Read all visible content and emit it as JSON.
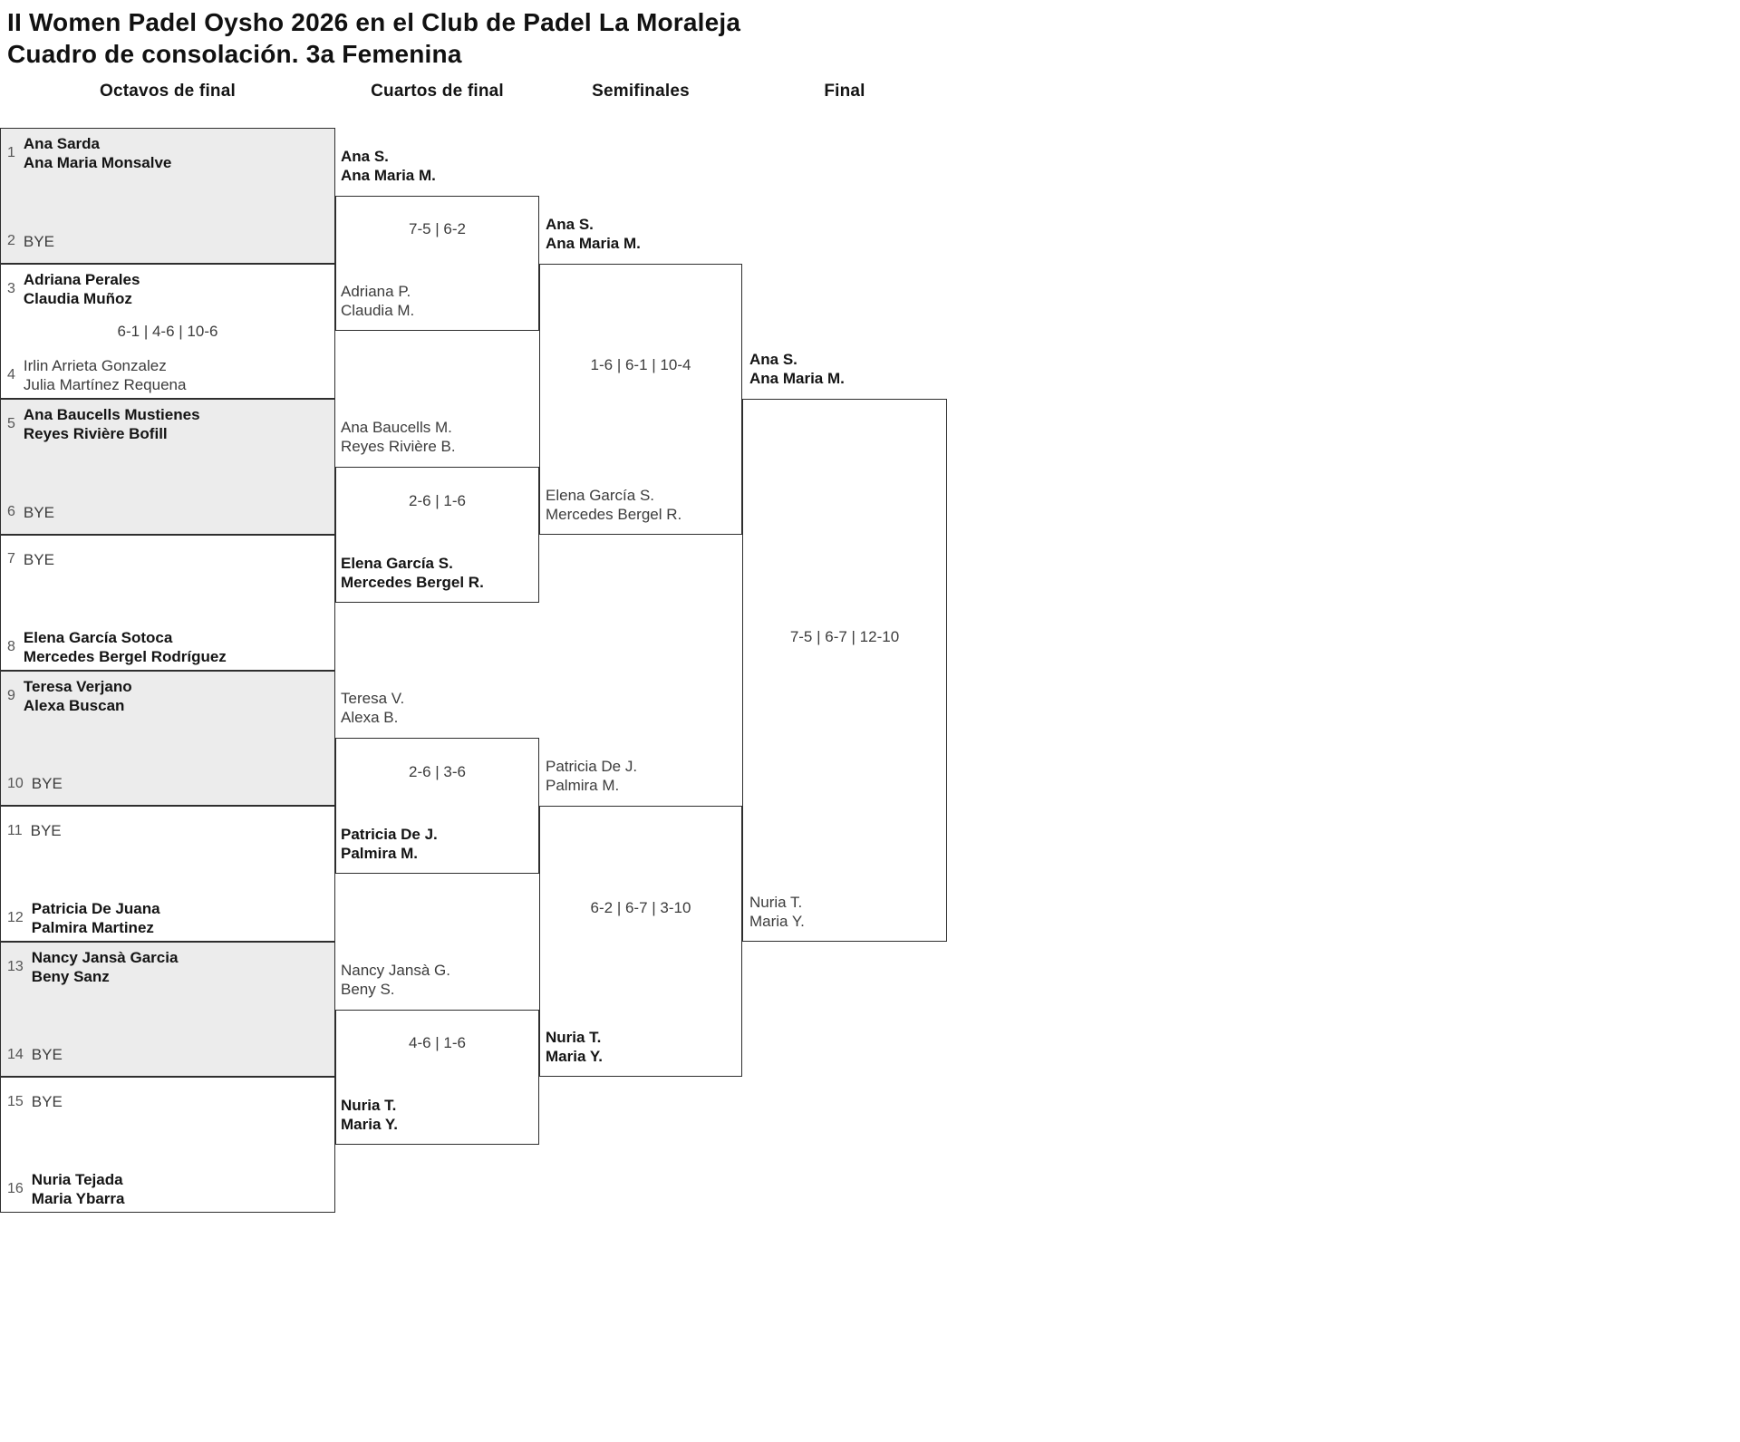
{
  "title": "II Women Padel Oysho 2026 en el Club de Padel La Moraleja",
  "subtitle": "Cuadro de consolación. 3a Femenina",
  "rounds": [
    "Octavos de final",
    "Cuartos de final",
    "Semifinales",
    "Final"
  ],
  "colors": {
    "box_fill": "#ececec",
    "line": "#2e2e2e",
    "muted_text": "#3c3c3c",
    "seed_text": "#555555"
  },
  "round16": {
    "matches": [
      {
        "score": "",
        "slots": [
          {
            "seed": "1",
            "names": [
              "Ana Sarda",
              "Ana Maria Monsalve"
            ],
            "winner": true,
            "bye": false
          },
          {
            "seed": "2",
            "names": [
              "BYE"
            ],
            "winner": false,
            "bye": true
          }
        ]
      },
      {
        "score": "6-1 | 4-6 | 10-6",
        "slots": [
          {
            "seed": "3",
            "names": [
              "Adriana Perales",
              "Claudia Muñoz"
            ],
            "winner": true,
            "bye": false
          },
          {
            "seed": "4",
            "names": [
              "Irlin Arrieta Gonzalez",
              "Julia Martínez Requena"
            ],
            "winner": false,
            "bye": false
          }
        ]
      },
      {
        "score": "",
        "slots": [
          {
            "seed": "5",
            "names": [
              "Ana Baucells Mustienes",
              "Reyes Rivière Bofill"
            ],
            "winner": true,
            "bye": false
          },
          {
            "seed": "6",
            "names": [
              "BYE"
            ],
            "winner": false,
            "bye": true
          }
        ]
      },
      {
        "score": "",
        "slots": [
          {
            "seed": "7",
            "names": [
              "BYE"
            ],
            "winner": false,
            "bye": true
          },
          {
            "seed": "8",
            "names": [
              "Elena García Sotoca",
              "Mercedes Bergel Rodríguez"
            ],
            "winner": true,
            "bye": false
          }
        ]
      },
      {
        "score": "",
        "slots": [
          {
            "seed": "9",
            "names": [
              "Teresa Verjano",
              "Alexa Buscan"
            ],
            "winner": true,
            "bye": false
          },
          {
            "seed": "10",
            "names": [
              "BYE"
            ],
            "winner": false,
            "bye": true
          }
        ]
      },
      {
        "score": "",
        "slots": [
          {
            "seed": "11",
            "names": [
              "BYE"
            ],
            "winner": false,
            "bye": true
          },
          {
            "seed": "12",
            "names": [
              "Patricia De Juana",
              "Palmira Martinez"
            ],
            "winner": true,
            "bye": false
          }
        ]
      },
      {
        "score": "",
        "slots": [
          {
            "seed": "13",
            "names": [
              "Nancy Jansà Garcia",
              "Beny Sanz"
            ],
            "winner": true,
            "bye": false
          },
          {
            "seed": "14",
            "names": [
              "BYE"
            ],
            "winner": false,
            "bye": true
          }
        ]
      },
      {
        "score": "",
        "slots": [
          {
            "seed": "15",
            "names": [
              "BYE"
            ],
            "winner": false,
            "bye": true
          },
          {
            "seed": "16",
            "names": [
              "Nuria Tejada",
              "Maria Ybarra"
            ],
            "winner": true,
            "bye": false
          }
        ]
      }
    ]
  },
  "quarterfinals": {
    "matches": [
      {
        "teamA": {
          "names": [
            "Ana S.",
            "Ana Maria M."
          ],
          "winner": true
        },
        "teamB": {
          "names": [
            "Adriana P.",
            "Claudia M."
          ],
          "winner": false
        },
        "score": "7-5 | 6-2"
      },
      {
        "teamA": {
          "names": [
            "Ana Baucells M.",
            "Reyes Rivière B."
          ],
          "winner": false
        },
        "teamB": {
          "names": [
            "Elena García S.",
            "Mercedes Bergel R."
          ],
          "winner": true
        },
        "score": "2-6 | 1-6"
      },
      {
        "teamA": {
          "names": [
            "Teresa V.",
            "Alexa B."
          ],
          "winner": false
        },
        "teamB": {
          "names": [
            "Patricia De J.",
            "Palmira M."
          ],
          "winner": true
        },
        "score": "2-6 | 3-6"
      },
      {
        "teamA": {
          "names": [
            "Nancy Jansà G.",
            "Beny S."
          ],
          "winner": false
        },
        "teamB": {
          "names": [
            "Nuria T.",
            "Maria Y."
          ],
          "winner": true
        },
        "score": "4-6 | 1-6"
      }
    ]
  },
  "semifinals": {
    "matches": [
      {
        "teamA": {
          "names": [
            "Ana S.",
            "Ana Maria M."
          ],
          "winner": true
        },
        "teamB": {
          "names": [
            "Elena García S.",
            "Mercedes Bergel R."
          ],
          "winner": false
        },
        "score": "1-6 | 6-1 | 10-4"
      },
      {
        "teamA": {
          "names": [
            "Patricia De J.",
            "Palmira M."
          ],
          "winner": false
        },
        "teamB": {
          "names": [
            "Nuria T.",
            "Maria Y."
          ],
          "winner": true
        },
        "score": "6-2 | 6-7 | 3-10"
      }
    ]
  },
  "final": {
    "match": {
      "teamA": {
        "names": [
          "Ana S.",
          "Ana Maria M."
        ],
        "winner": true
      },
      "teamB": {
        "names": [
          "Nuria T.",
          "Maria Y."
        ],
        "winner": false
      },
      "score": "7-5 | 6-7 | 12-10"
    }
  }
}
